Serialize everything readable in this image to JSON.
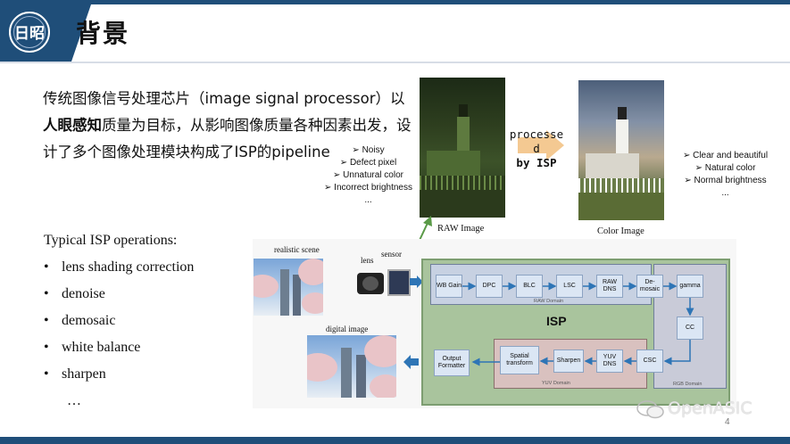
{
  "header": {
    "title": "背景",
    "logo_text": "日昭"
  },
  "intro": {
    "part1": "传统图像信号处理芯片（image signal processor）以",
    "bold": "人眼感知",
    "part2": "质量为目标，从影响图像质量各种因素出发，设计了多个图像处理模块构成了ISP的pipeline"
  },
  "raw_panel": {
    "caption": "RAW Image",
    "issues": [
      "Noisy",
      "Defect pixel",
      "Unnatural color",
      "Incorrect brightness",
      "..."
    ]
  },
  "processed_label": {
    "line1": "processe",
    "line2": "d",
    "line3": "by ISP"
  },
  "color_panel": {
    "caption": "Color Image",
    "qualities": [
      "Clear and beautiful",
      "Natural color",
      "Normal brightness",
      "..."
    ]
  },
  "ops": {
    "title": "Typical ISP operations:",
    "items": [
      "lens shading correction",
      "denoise",
      "demosaic",
      "white balance",
      "sharpen"
    ],
    "more": "…"
  },
  "diagram": {
    "realistic_scene": "realistic scene",
    "lens": "lens",
    "sensor": "sensor",
    "digital_image": "digital image",
    "isp": "ISP",
    "raw_domain": "RAW Domain",
    "rgb_domain": "RGB Domain",
    "yuv_domain": "YUV Domain",
    "blocks": {
      "wb": "WB Gain",
      "dpc": "DPC",
      "blc": "BLC",
      "lsc": "LSC",
      "raw_dns": "RAW DNS",
      "demosaic": "De- mosaic",
      "gamma": "gamma",
      "cc": "CC",
      "csc": "CSC",
      "yuv_dns": "YUV DNS",
      "sharpen": "Sharpen",
      "spatial": "Spatial transform",
      "output": "Output Formatter"
    }
  },
  "watermark": "OpenASIC",
  "page_number": "4"
}
